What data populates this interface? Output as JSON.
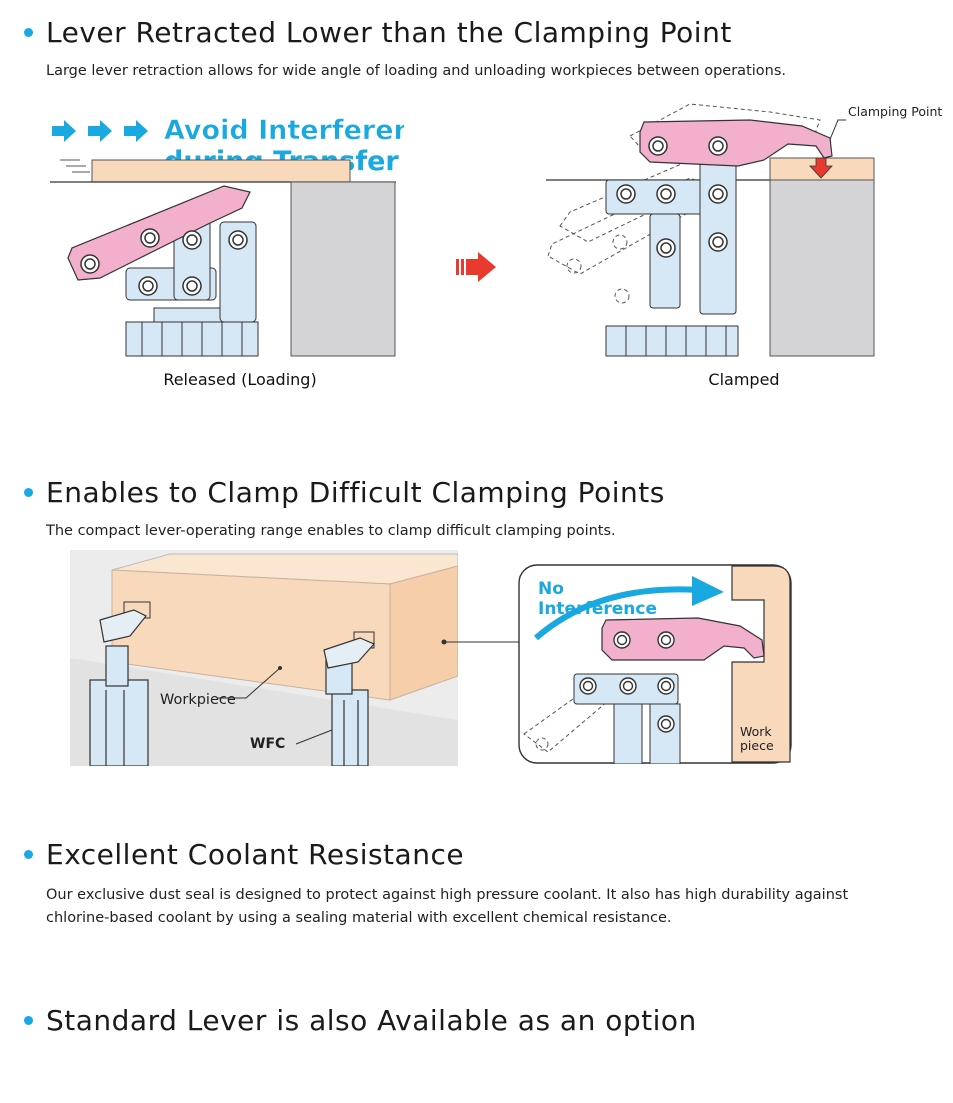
{
  "sections": [
    {
      "title": "Lever Retracted Lower than the Clamping Point",
      "description": "Large lever retraction allows for wide angle of loading and unloading workpieces between operations."
    },
    {
      "title": "Enables to Clamp Difficult Clamping Points",
      "description": "The compact lever-operating range enables to clamp difficult clamping points."
    },
    {
      "title": "Excellent Coolant Resistance",
      "description": "Our exclusive dust seal is designed to protect against high pressure coolant. It also has high durability against chlorine-based coolant by using a sealing material with excellent chemical resistance."
    },
    {
      "title": "Standard Lever is also Available as an option"
    }
  ],
  "figure1": {
    "banner_line1": "Avoid Interference",
    "banner_line2": "during Transfer",
    "clamping_point_label": "Clamping Point",
    "caption_left": "Released (Loading)",
    "caption_right": "Clamped"
  },
  "figure2": {
    "workpiece_label": "Workpiece",
    "model_label": "WFC",
    "no_label": "No",
    "interference_label": "Interference",
    "work_label": "Work",
    "piece_label": "piece"
  },
  "colors": {
    "accent": "#1aa8e0",
    "lever_pink": "#f2b0cc",
    "body_blue": "#d6e8f5",
    "workpiece": "#f9d9bc",
    "wall_grey": "#d4d4d6",
    "arrow_red": "#e83a2e"
  }
}
